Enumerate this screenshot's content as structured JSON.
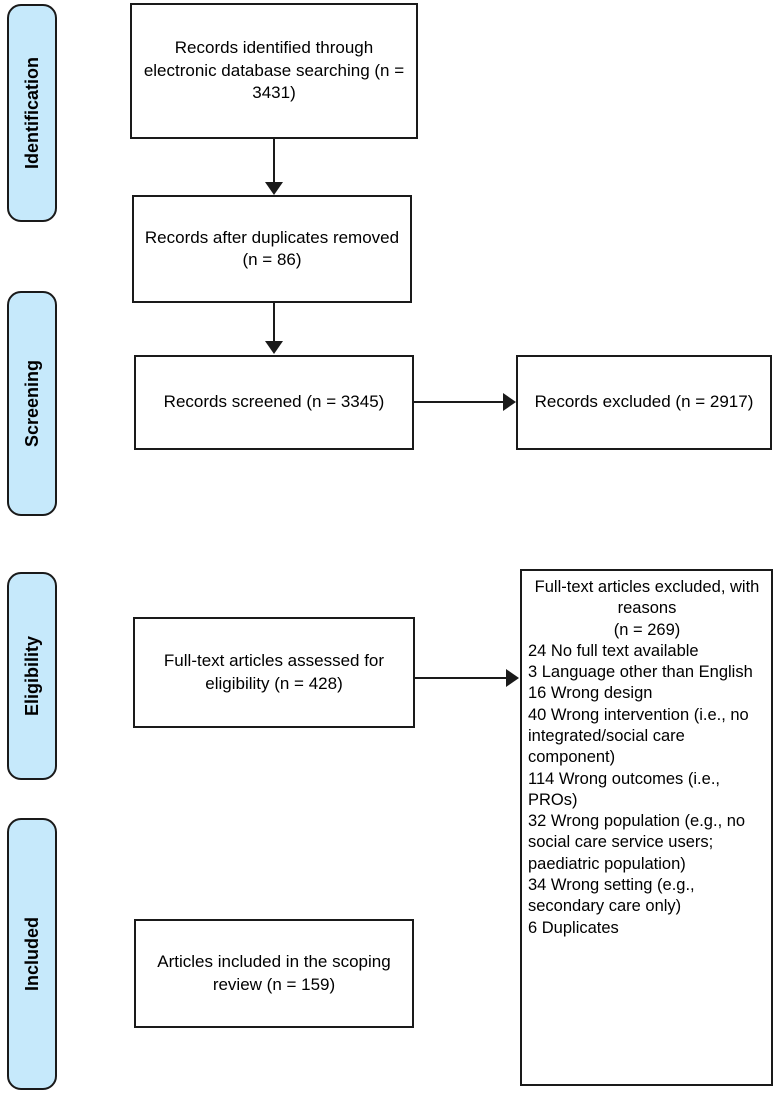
{
  "diagram": {
    "title": "PRISMA flow diagram",
    "accent_color": "#c6e9fb",
    "border_color": "#1a1a1a",
    "background_color": "#ffffff"
  },
  "stages": [
    {
      "id": "identification",
      "label": "Identification"
    },
    {
      "id": "screening",
      "label": "Screening"
    },
    {
      "id": "eligibility",
      "label": "Eligibility"
    },
    {
      "id": "included",
      "label": "Included"
    }
  ],
  "boxes": {
    "identified": {
      "text": "Records identified through electronic database searching\n(n =  3431)",
      "count": 3431
    },
    "duplicates": {
      "text": "Records after duplicates removed\n(n = 86)",
      "count": 86
    },
    "screened": {
      "text": "Records screened\n(n =  3345)",
      "count": 3345
    },
    "excluded": {
      "text": "Records excluded\n(n =  2917)",
      "count": 2917
    },
    "fulltext": {
      "text": "Full-text articles assessed for eligibility\n(n =  428)",
      "count": 428
    },
    "included": {
      "text": "Articles included in the scoping review\n(n = 159)",
      "count": 159
    }
  },
  "reasons_box": {
    "heading": "Full-text articles excluded, with reasons\n(n =  269)",
    "count": 269,
    "items": [
      "24 No full text available",
      "3 Language other than English",
      "16 Wrong design",
      "40 Wrong intervention (i.e., no integrated/social care component)",
      "114 Wrong outcomes (i.e.,  PROs)",
      "32 Wrong population (e.g., no social care service users; paediatric population)",
      "34 Wrong setting (e.g., secondary care only)",
      "6 Duplicates"
    ]
  },
  "connectors": [
    {
      "id": "identified-to-duplicates",
      "direction": "down"
    },
    {
      "id": "duplicates-to-screened",
      "direction": "down"
    },
    {
      "id": "screened-to-excluded",
      "direction": "right"
    },
    {
      "id": "fulltext-to-reasons",
      "direction": "right"
    }
  ]
}
